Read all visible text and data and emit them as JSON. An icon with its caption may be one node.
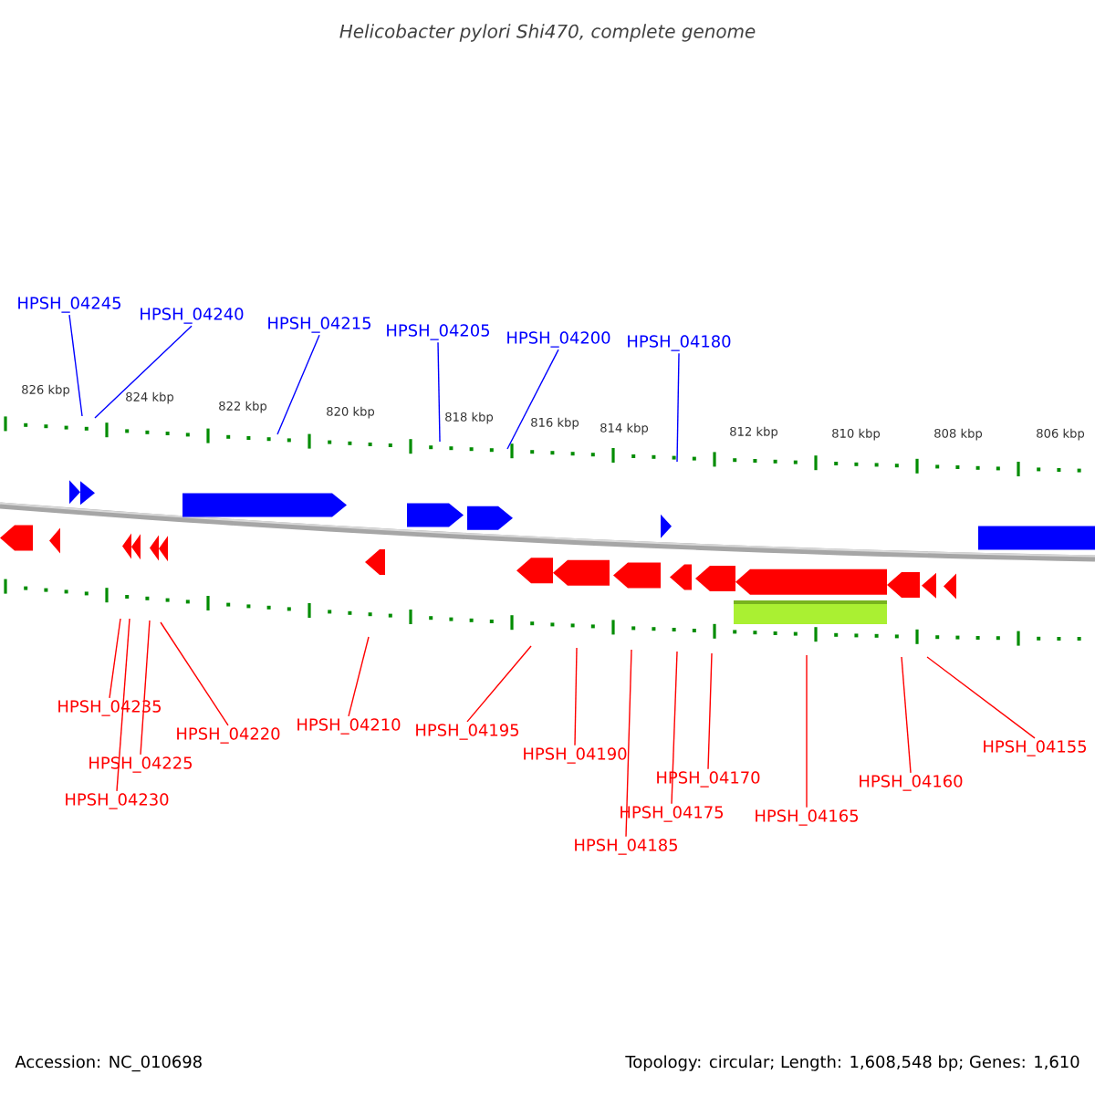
{
  "diagram": {
    "title": "Helicobacter pylori Shi470, complete genome",
    "nodes": [
      {
        "text": [
          "HPSH_04245"
        ]
      },
      {
        "text": [
          "HPSH_04240"
        ]
      },
      {
        "text": [
          "HPSH_04215"
        ]
      },
      {
        "text": [
          "HPSH_04205"
        ]
      },
      {
        "text": [
          "HPSH_04200"
        ]
      },
      {
        "text": [
          "HPSH_04180"
        ]
      },
      {
        "text": [
          "HPSH_04235"
        ]
      },
      {
        "text": [
          "HPSH_04225"
        ]
      },
      {
        "text": [
          "HPSH_04230"
        ]
      },
      {
        "text": [
          "HPSH_04220"
        ]
      },
      {
        "text": [
          "HPSH_04210"
        ]
      },
      {
        "text": [
          "HPSH_04195"
        ]
      },
      {
        "text": [
          "HPSH_04190"
        ]
      },
      {
        "text": [
          "HPSH_04185"
        ]
      },
      {
        "text": [
          "HPSH_04175"
        ]
      },
      {
        "text": [
          "HPSH_04170"
        ]
      },
      {
        "text": [
          "HPSH_04165"
        ]
      },
      {
        "text": [
          "HPSH_04160"
        ]
      },
      {
        "text": [
          "HPSH_04155"
        ]
      }
    ],
    "edges": [
      {
        "from": 0,
        "to": null,
        "arrow": "none",
        "color": "#0000ff"
      },
      {
        "from": 1,
        "to": null,
        "arrow": "none",
        "color": "#0000ff"
      },
      {
        "from": 2,
        "to": null,
        "arrow": "none",
        "color": "#0000ff"
      },
      {
        "from": 3,
        "to": null,
        "arrow": "none",
        "color": "#0000ff"
      },
      {
        "from": 4,
        "to": null,
        "arrow": "none",
        "color": "#0000ff"
      },
      {
        "from": 5,
        "to": null,
        "arrow": "none",
        "color": "#0000ff"
      },
      {
        "from": 6,
        "to": null,
        "arrow": "none"
      },
      {
        "from": 7,
        "to": null,
        "arrow": "none"
      },
      {
        "from": 8,
        "to": null,
        "arrow": "none"
      },
      {
        "from": 9,
        "to": null,
        "arrow": "none"
      },
      {
        "from": 10,
        "to": null,
        "arrow": "none"
      },
      {
        "from": 11,
        "to": null,
        "arrow": "none"
      },
      {
        "from": 12,
        "to": null,
        "arrow": "none"
      },
      {
        "from": 13,
        "to": null,
        "arrow": "none"
      },
      {
        "from": 14,
        "to": null,
        "arrow": "none"
      },
      {
        "from": 15,
        "to": null,
        "arrow": "none"
      },
      {
        "from": 16,
        "to": null,
        "arrow": "none"
      },
      {
        "from": 17,
        "to": null,
        "arrow": "none"
      },
      {
        "from": 18,
        "to": null,
        "arrow": "none"
      }
    ],
    "labels": [
      "826 kbp",
      "824 kbp",
      "822 kbp",
      "820 kbp",
      "818 kbp",
      "816 kbp",
      "814 kbp",
      "812 kbp",
      "810 kbp",
      "808 kbp",
      "806 kbp",
      "Accession: NC_010698",
      "Topology: circular; Length: 1,608,548 bp; Genes: 1,610"
    ]
  }
}
